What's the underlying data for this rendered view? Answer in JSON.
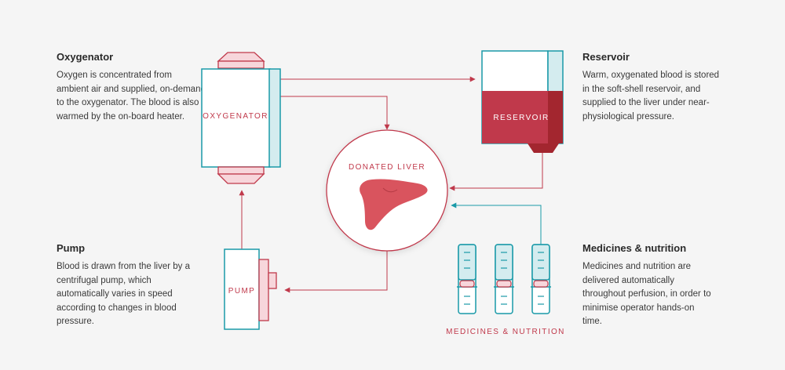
{
  "sections": {
    "oxygenator": {
      "title": "Oxygenator",
      "text": "Oxygen is concentrated from ambient air and supplied, on-demand to the oxygenator. The blood is also warmed by the on-board heater."
    },
    "reservoir": {
      "title": "Reservoir",
      "text": "Warm, oxygenated blood is stored in the soft-shell reservoir, and supplied to the liver under near-physiological pressure."
    },
    "pump": {
      "title": "Pump",
      "text": "Blood is drawn from the liver by a centrifugal pump, which automatically varies in speed according to changes in blood pressure."
    },
    "medicines": {
      "title": "Medicines & nutrition",
      "text": "Medicines and nutrition are delivered automatically throughout perfusion, in order to minimise operator hands-on time."
    }
  },
  "diagram": {
    "oxygenator_label": "OXYGENATOR",
    "reservoir_label": "RESERVOIR",
    "liver_label": "DONATED LIVER",
    "pump_label": "PUMP",
    "medicines_label": "MEDICINES & NUTRITION",
    "syringe_count": 3
  },
  "colors": {
    "teal": "#1a9aa8",
    "teal_light": "#d4ecef",
    "red": "#c0394b",
    "red_dark": "#a3262f",
    "pink_light": "#f7d6db",
    "liver": "#d9545e",
    "background": "#f5f5f5"
  }
}
